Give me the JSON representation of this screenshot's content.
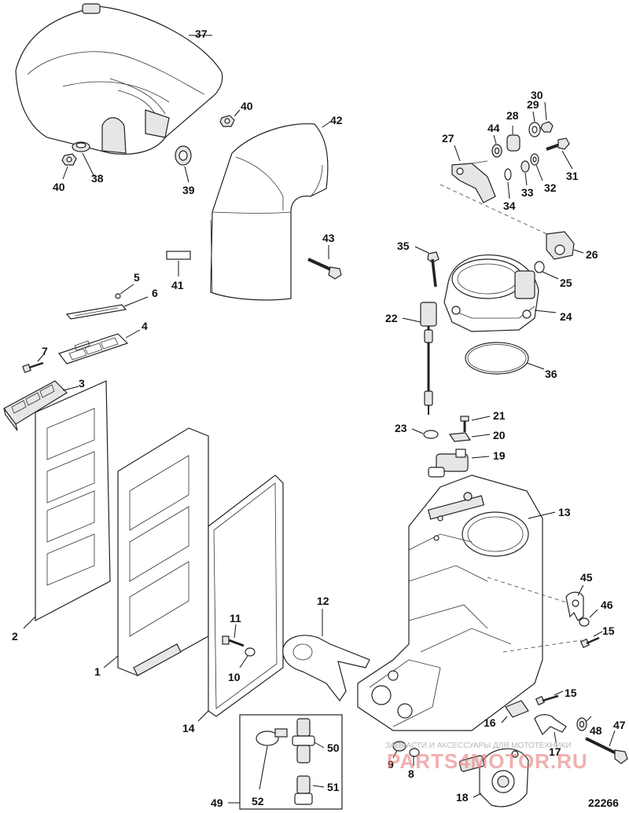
{
  "figure_number": "22266",
  "watermark": {
    "line1": "ЗАПЧАСТИ И АКСЕССУАРЫ ДЛЯ МОТОТЕХНИКИ",
    "line2": "PARTS4MOTOR.RU"
  },
  "callouts": {
    "c1": "1",
    "c2": "2",
    "c3": "3",
    "c4": "4",
    "c5": "5",
    "c6": "6",
    "c7": "7",
    "c8": "8",
    "c9": "9",
    "c10": "10",
    "c11": "11",
    "c12": "12",
    "c13": "13",
    "c14": "14",
    "c15a": "15",
    "c15b": "15",
    "c16": "16",
    "c17": "17",
    "c18": "18",
    "c19": "19",
    "c20": "20",
    "c21": "21",
    "c22": "22",
    "c23": "23",
    "c24": "24",
    "c25": "25",
    "c26": "26",
    "c27": "27",
    "c28": "28",
    "c29": "29",
    "c30": "30",
    "c31": "31",
    "c32": "32",
    "c33": "33",
    "c34": "34",
    "c35": "35",
    "c36": "36",
    "c37": "37",
    "c38": "38",
    "c39": "39",
    "c40a": "40",
    "c40b": "40",
    "c41": "41",
    "c42": "42",
    "c43": "43",
    "c44": "44",
    "c45": "45",
    "c46": "46",
    "c47": "47",
    "c48": "48",
    "c49": "49",
    "c50": "50",
    "c51": "51",
    "c52": "52"
  }
}
